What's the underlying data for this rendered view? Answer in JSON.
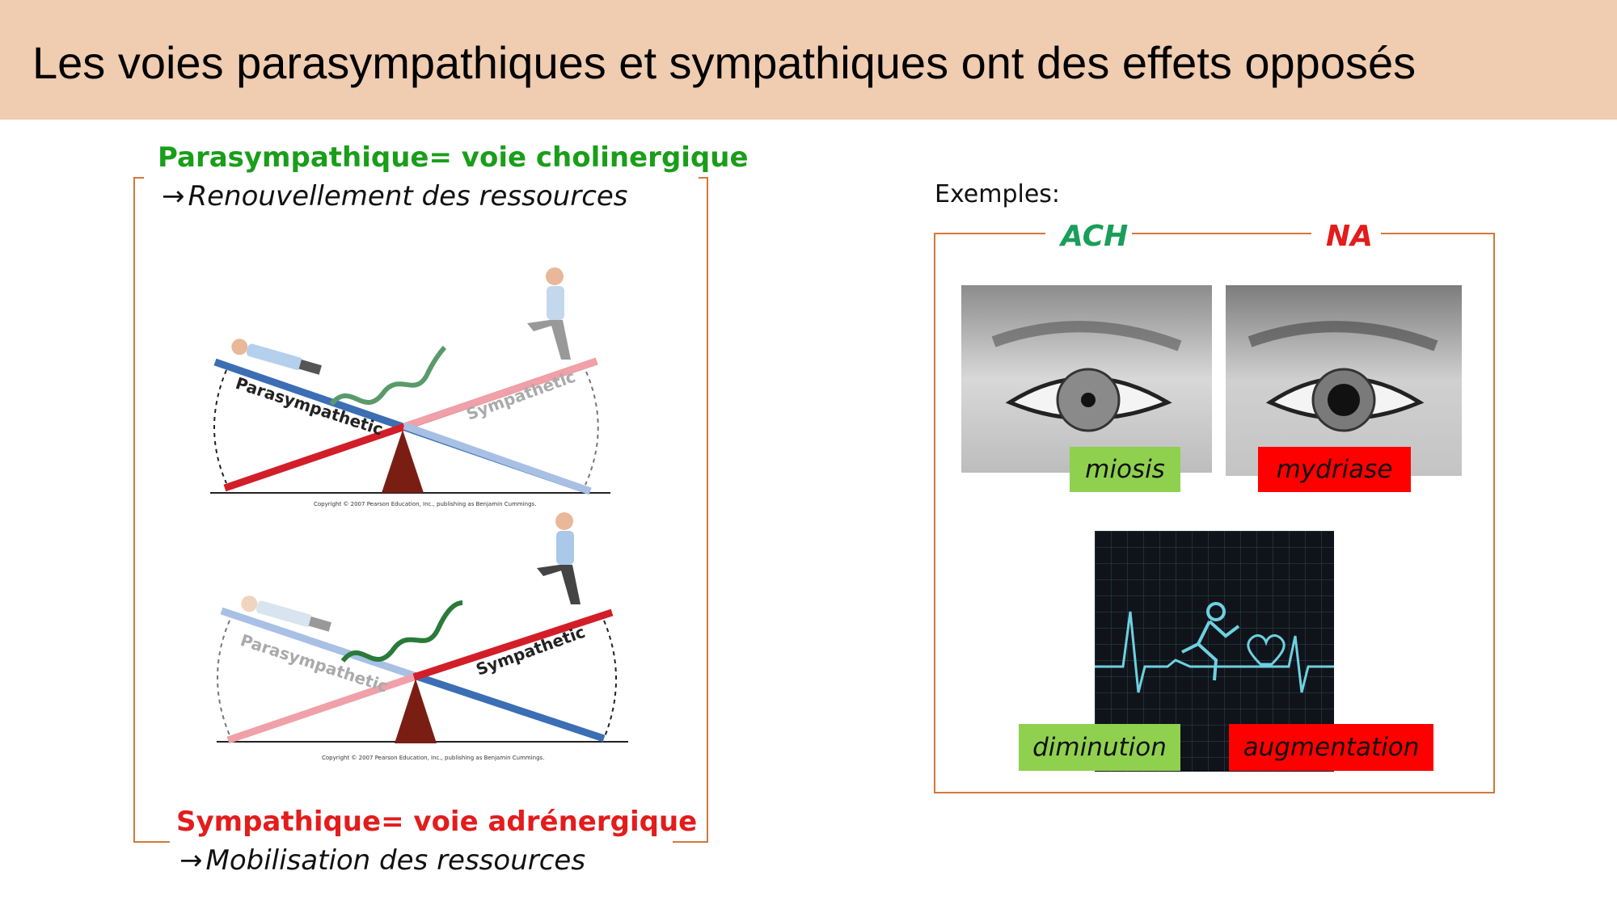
{
  "slide": {
    "title": "Les voies parasympathiques et sympathiques ont des effets opposés"
  },
  "left_panel": {
    "parasympathetic_heading": "Parasympathique= voie cholinergique",
    "parasympathetic_sub": "Renouvellement des ressources",
    "sympathetic_heading": "Sympathique= voie adrénergique",
    "sympathetic_sub": "Mobilisation des ressources",
    "arrow_icon": "→",
    "diagram_top": {
      "label_left": "Parasympathetic",
      "label_right": "Sympathetic",
      "copyright": "Copyright © 2007 Pearson Education, Inc., publishing as Benjamin Cummings."
    },
    "diagram_bottom": {
      "label_left": "Parasympathetic",
      "label_right": "Sympathetic",
      "copyright": "Copyright © 2007 Pearson Education, Inc., publishing as Benjamin Cummings."
    }
  },
  "right_panel": {
    "examples_label": "Exemples:",
    "ach_label": "ACH",
    "na_label": "NA",
    "eye_left_label": "miosis",
    "eye_right_label": "mydriase",
    "heart_left_label": "diminution",
    "heart_right_label": "augmentation"
  },
  "colors": {
    "header_bg": "#f0ccb0",
    "bracket": "#d2783c",
    "green_text": "#1a9e1a",
    "red_text": "#e31c1c",
    "green_box": "#8fd14f",
    "red_box": "#ff0000",
    "seesaw_blue": "#3c6eb4",
    "seesaw_red": "#d21e28",
    "fulcrum": "#7a1e14"
  }
}
